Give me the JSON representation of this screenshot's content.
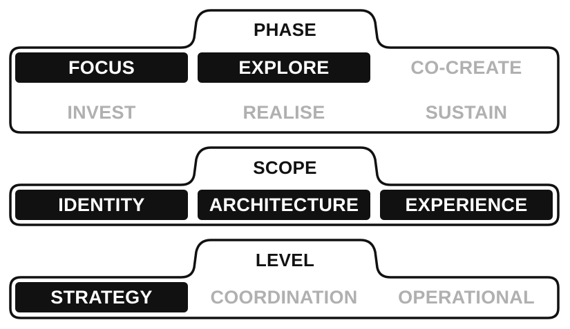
{
  "colors": {
    "active_bg": "#111111",
    "active_text": "#ffffff",
    "inactive_text": "#b0b0b0",
    "outline": "#111111"
  },
  "phase": {
    "title": "PHASE",
    "items": [
      {
        "label": "FOCUS",
        "active": true
      },
      {
        "label": "EXPLORE",
        "active": true
      },
      {
        "label": "CO-CREATE",
        "active": false
      },
      {
        "label": "INVEST",
        "active": false
      },
      {
        "label": "REALISE",
        "active": false
      },
      {
        "label": "SUSTAIN",
        "active": false
      }
    ]
  },
  "scope": {
    "title": "SCOPE",
    "items": [
      {
        "label": "IDENTITY",
        "active": true
      },
      {
        "label": "ARCHITECTURE",
        "active": true
      },
      {
        "label": "EXPERIENCE",
        "active": true
      }
    ]
  },
  "level": {
    "title": "LEVEL",
    "items": [
      {
        "label": "STRATEGY",
        "active": true
      },
      {
        "label": "COORDINATION",
        "active": false
      },
      {
        "label": "OPERATIONAL",
        "active": false
      }
    ]
  }
}
